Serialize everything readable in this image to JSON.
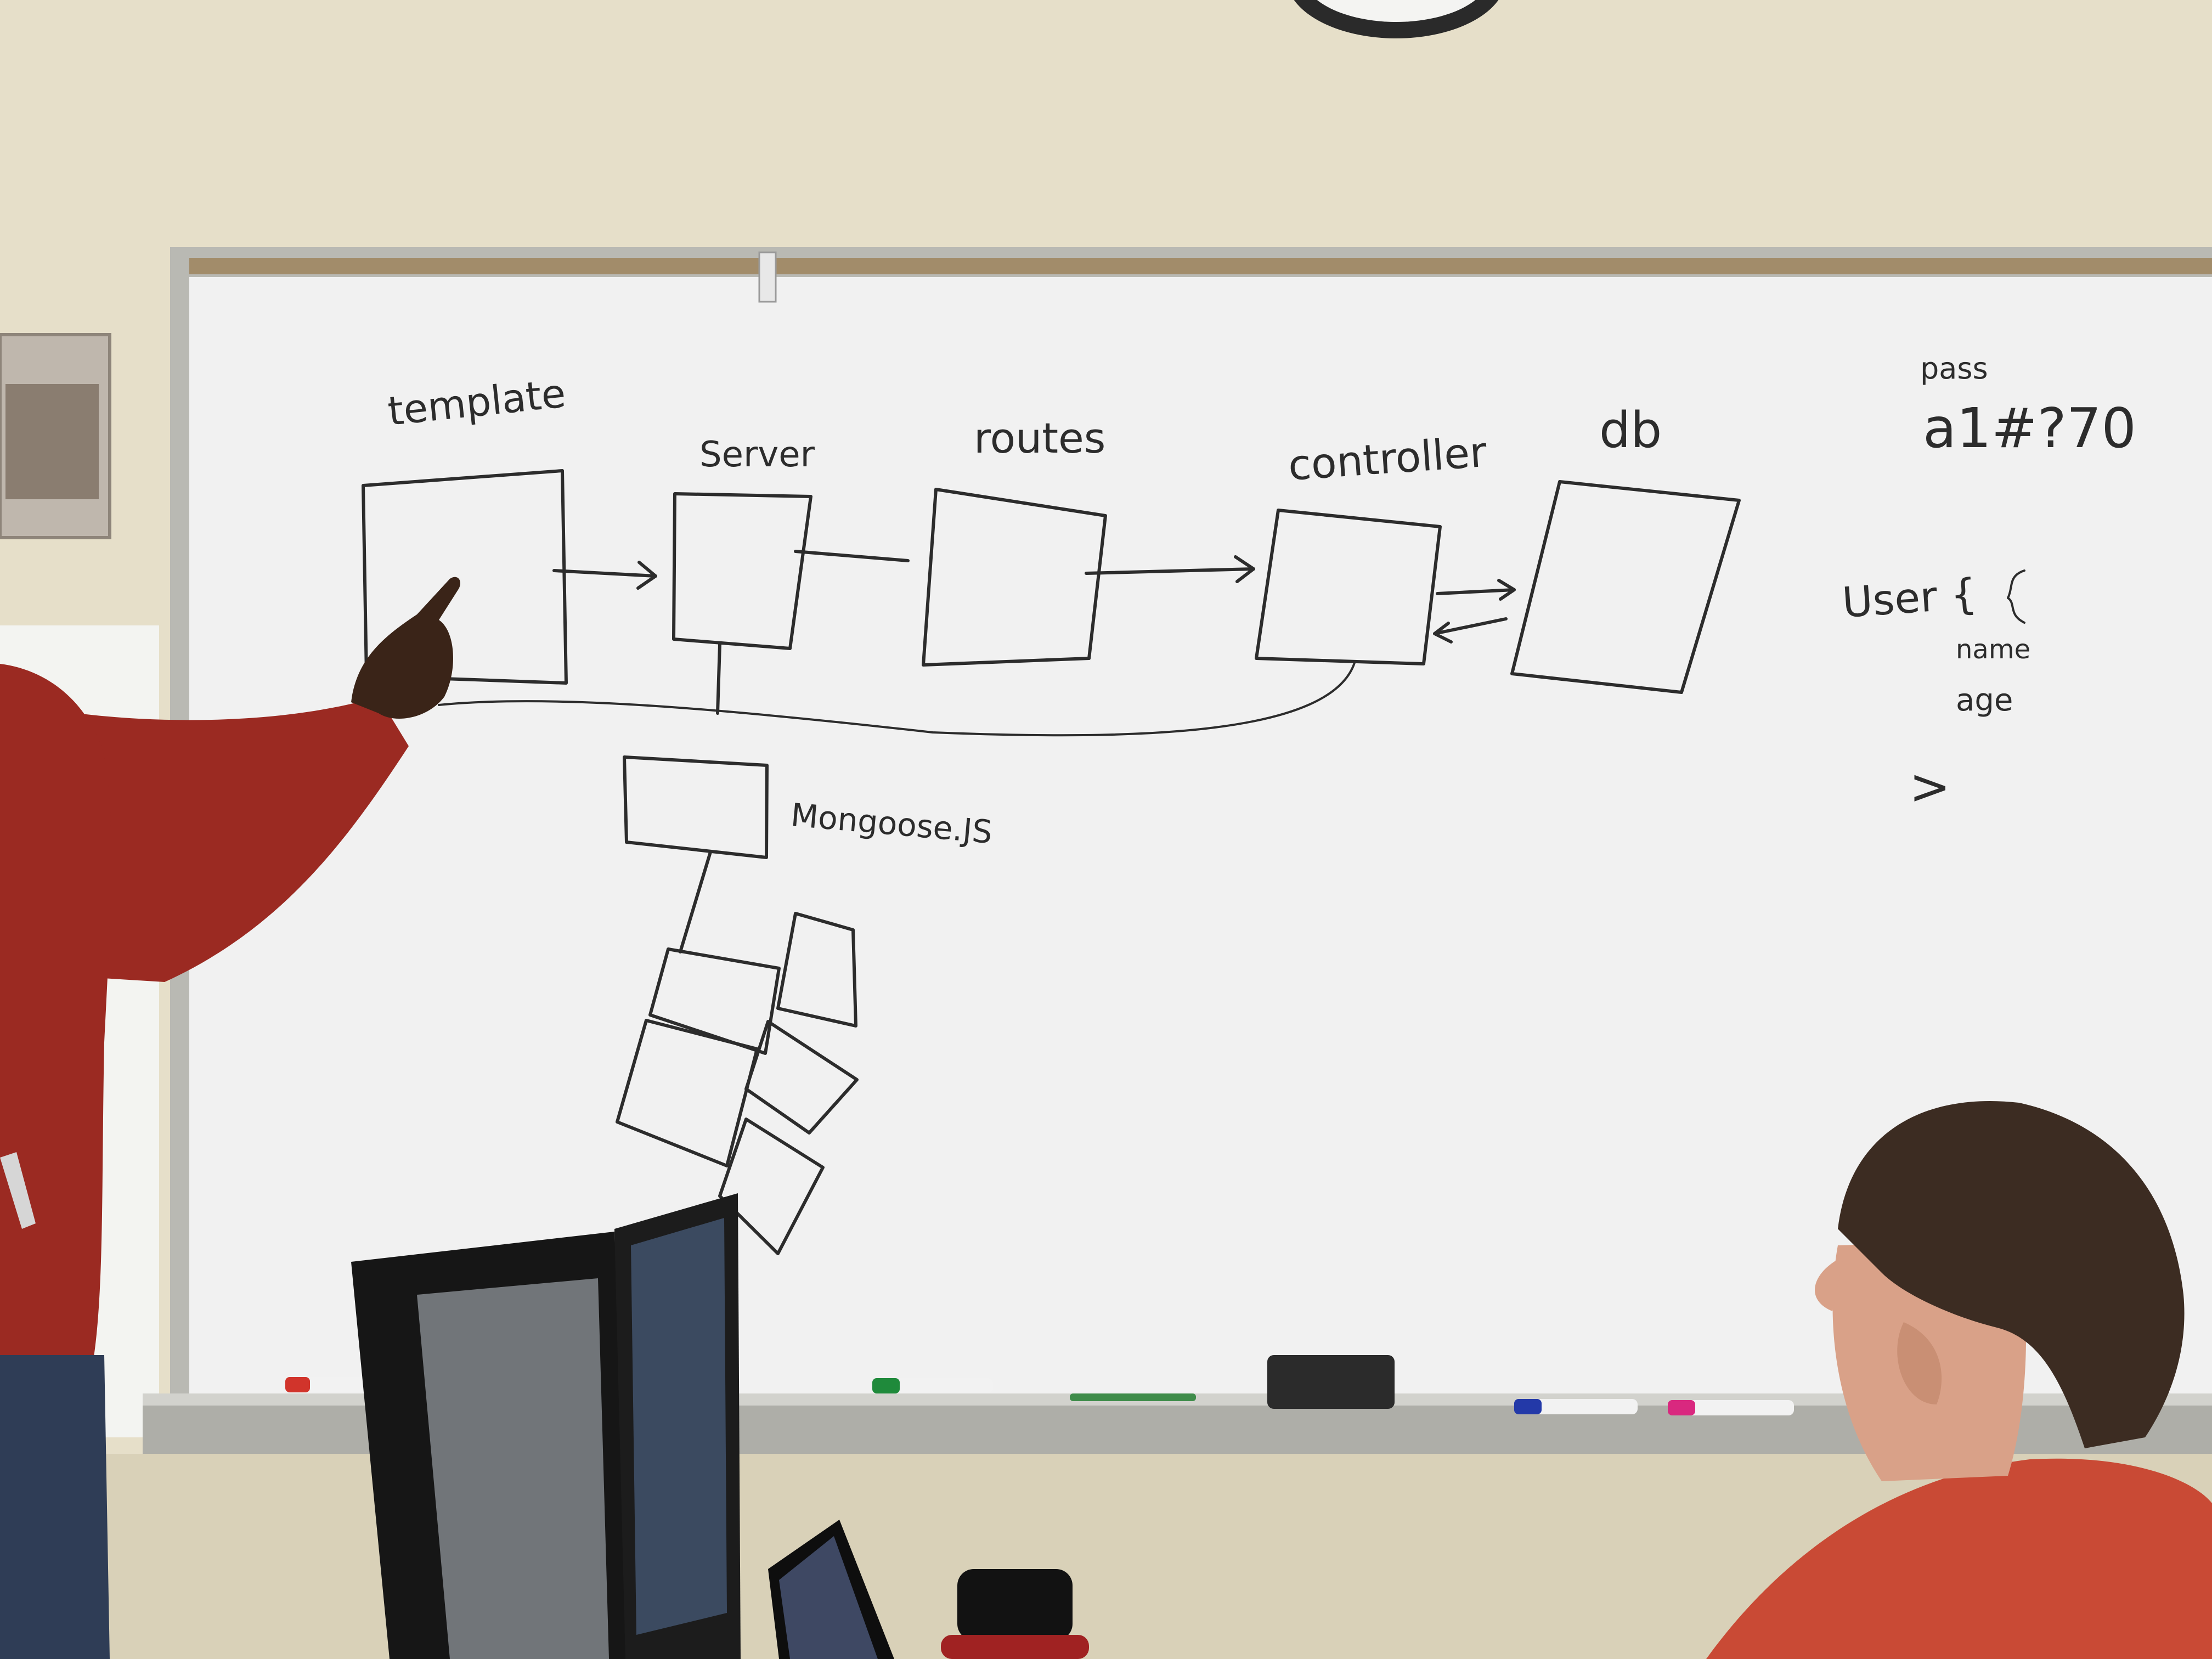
{
  "whiteboard": {
    "labels": {
      "template": "template",
      "server": "Server",
      "routes": "routes",
      "controller": "controller",
      "db": "db",
      "mongoose": "Mongoose.JS",
      "pass_label": "pass",
      "pass_value": "a1#?70",
      "user": "User {",
      "name_field": "name",
      "age_field": "age",
      "chevron": ">"
    }
  },
  "colors": {
    "wall": "#e6dfc9",
    "board": "#eceded",
    "frame": "#b9b9b3",
    "ink": "#2c2c2c",
    "presenter_shirt": "#9b2a22",
    "student_shirt": "#c94a35"
  }
}
